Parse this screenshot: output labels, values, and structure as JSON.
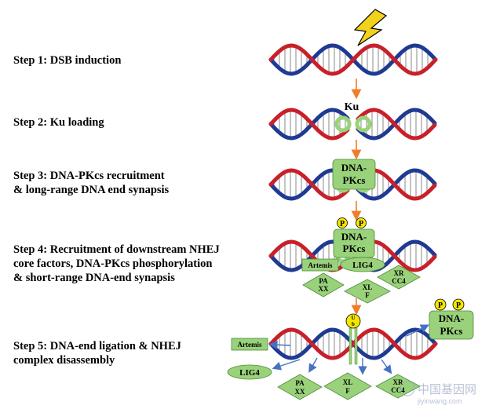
{
  "steps": [
    {
      "label": "Step 1: DSB induction"
    },
    {
      "label": "Step 2: Ku loading"
    },
    {
      "label": "Step 3: DNA-PKcs recruitment\n& long-range DNA end synapsis"
    },
    {
      "label": "Step 4: Recruitment of downstream NHEJ\ncore factors, DNA-PKcs phosphorylation\n& short-range DNA-end synapsis"
    },
    {
      "label": "Step 5: DNA-end ligation & NHEJ\ncomplex disassembly"
    }
  ],
  "labels": {
    "ku": "Ku",
    "dnapkcs_line1": "DNA-",
    "dnapkcs_line2": "PKcs",
    "phospho": "P",
    "artemis": "Artemis",
    "lig4": "LIG4",
    "paxx_line1": "PA",
    "paxx_line2": "XX",
    "xlf_line1": "XL",
    "xlf_line2": "F",
    "xrcc4_line1": "XR",
    "xrcc4_line2": "CC4",
    "ub_line1": "U",
    "ub_line2": "b"
  },
  "watermark": {
    "text": "中国基因网",
    "url": "jiyinwang.com"
  },
  "colors": {
    "strand_red": "#c8202a",
    "strand_blue": "#1f3a93",
    "protein_green": "#99d27a",
    "protein_stroke": "#4f8a3a",
    "phospho_yellow": "#f5e600",
    "arrow_orange": "#f07c2c",
    "arrow_blue": "#4472c4",
    "lightning": "#f2d21b"
  }
}
